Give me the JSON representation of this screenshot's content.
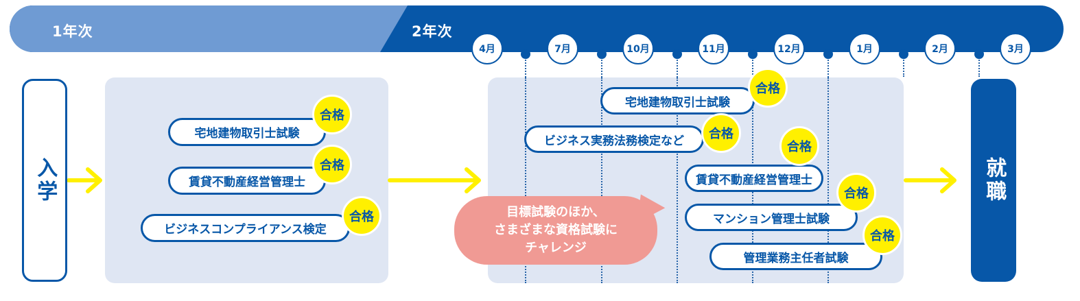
{
  "timeline": {
    "year1": "1年次",
    "year2": "2年次",
    "months": [
      "4月",
      "7月",
      "10月",
      "11月",
      "12月",
      "1月",
      "2月",
      "3月"
    ]
  },
  "start_label": "入学",
  "end_label": "就職",
  "year1_exams": [
    {
      "name": "宅地建物取引士試験",
      "result": "合格"
    },
    {
      "name": "賃貸不動産経営管理士",
      "result": "合格"
    },
    {
      "name": "ビジネスコンプライアンス検定",
      "result": "合格"
    }
  ],
  "year2_exams": [
    {
      "name": "宅地建物取引士試験",
      "result": "合格"
    },
    {
      "name": "ビジネス実務法務検定など",
      "result": "合格"
    },
    {
      "name": "賃貸不動産経営管理士",
      "result": "合格"
    },
    {
      "name": "マンション管理士試験",
      "result": "合格"
    },
    {
      "name": "管理業務主任者試験",
      "result": "合格"
    }
  ],
  "challenge_bubble": {
    "line1": "目標試験のほか、",
    "line2": "さまざまな資格試験に",
    "line3": "チャレンジ"
  },
  "colors": {
    "primary_blue": "#0757a8",
    "light_blue": "#6f9bd3",
    "panel": "#dfe6f3",
    "arrow_yellow": "#fff000",
    "badge_yellow": "#fff000",
    "bubble_pink": "#f09a94"
  }
}
